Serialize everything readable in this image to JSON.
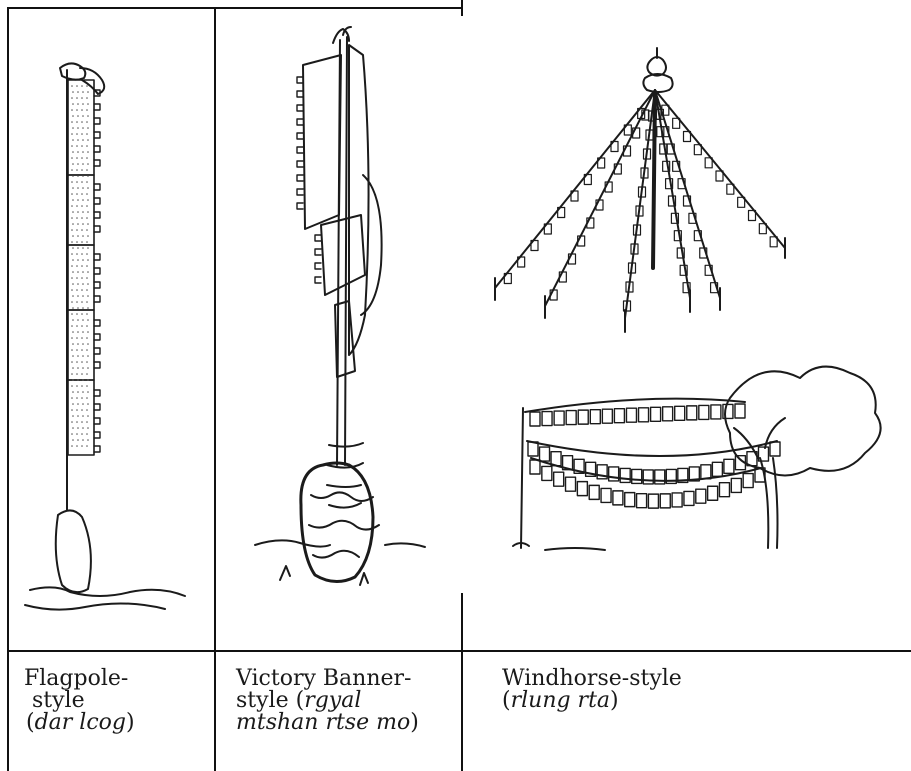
{
  "figure": {
    "columns": [
      {
        "id": "flagpole",
        "caption_lines": [
          "Flagpole-",
          "style",
          "(",
          "dar lcog",
          ")"
        ]
      },
      {
        "id": "victory-banner",
        "caption_lines": [
          "Victory Banner-",
          "style (",
          "rgyal",
          "mtshan rtse mo",
          ")"
        ]
      },
      {
        "id": "windhorse",
        "caption_lines": [
          "Windhorse-style",
          "(",
          "rlung rta",
          ")"
        ]
      }
    ]
  }
}
